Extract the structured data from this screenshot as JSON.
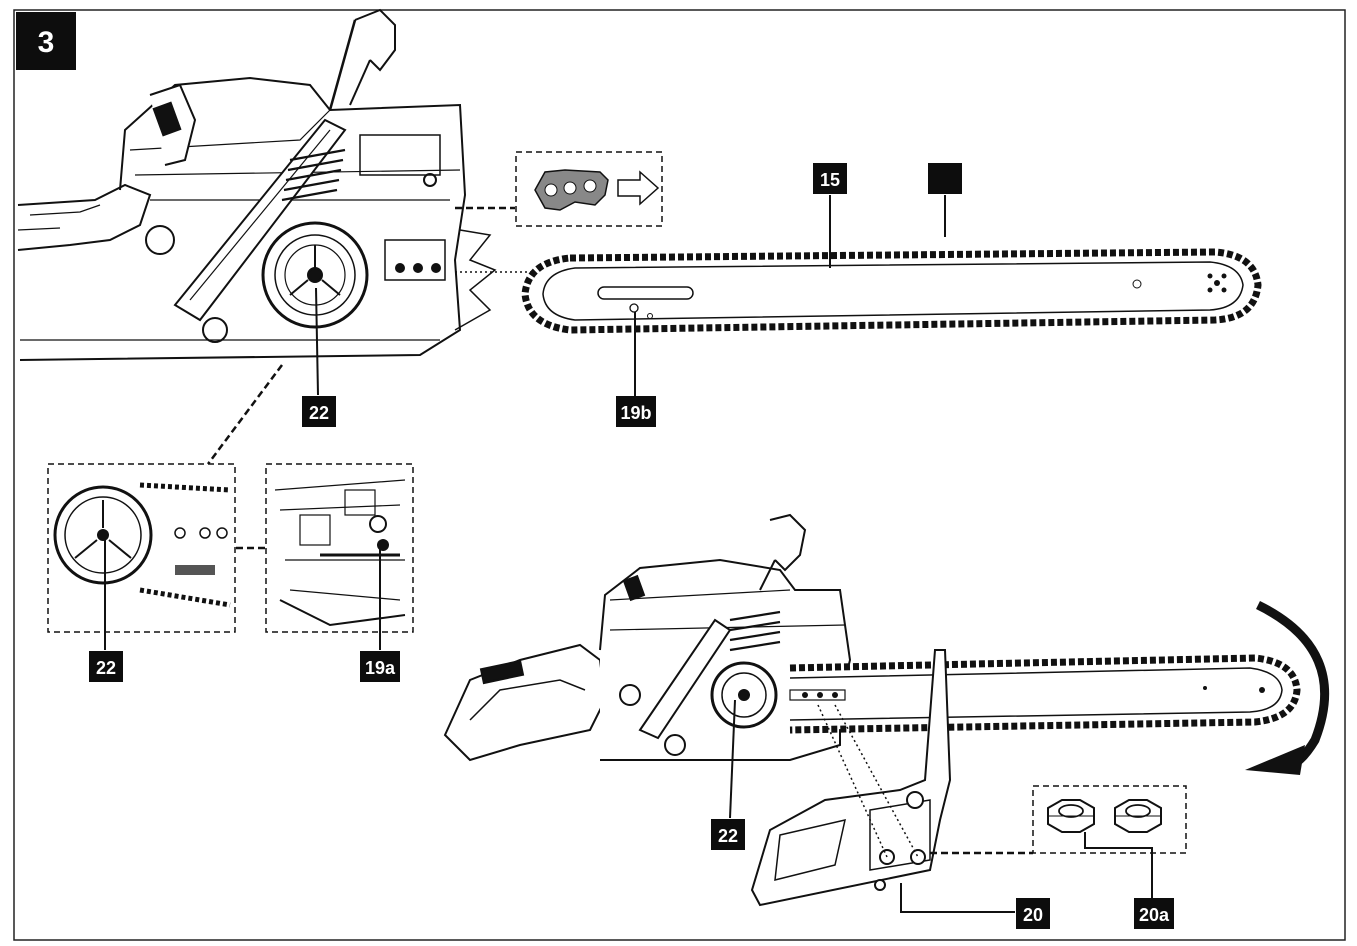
{
  "figure": {
    "number": "3"
  },
  "callouts": {
    "chain_bar": "15",
    "chain": "",
    "bar_hole": "19b",
    "sprocket_top": "22",
    "sprocket_detail": "22",
    "bolt_detail": "19a",
    "sprocket_bottom": "22",
    "cover": "20",
    "nuts": "20a"
  },
  "colors": {
    "line": "#111111",
    "label_bg": "#0d0d0d",
    "label_text": "#ffffff"
  }
}
